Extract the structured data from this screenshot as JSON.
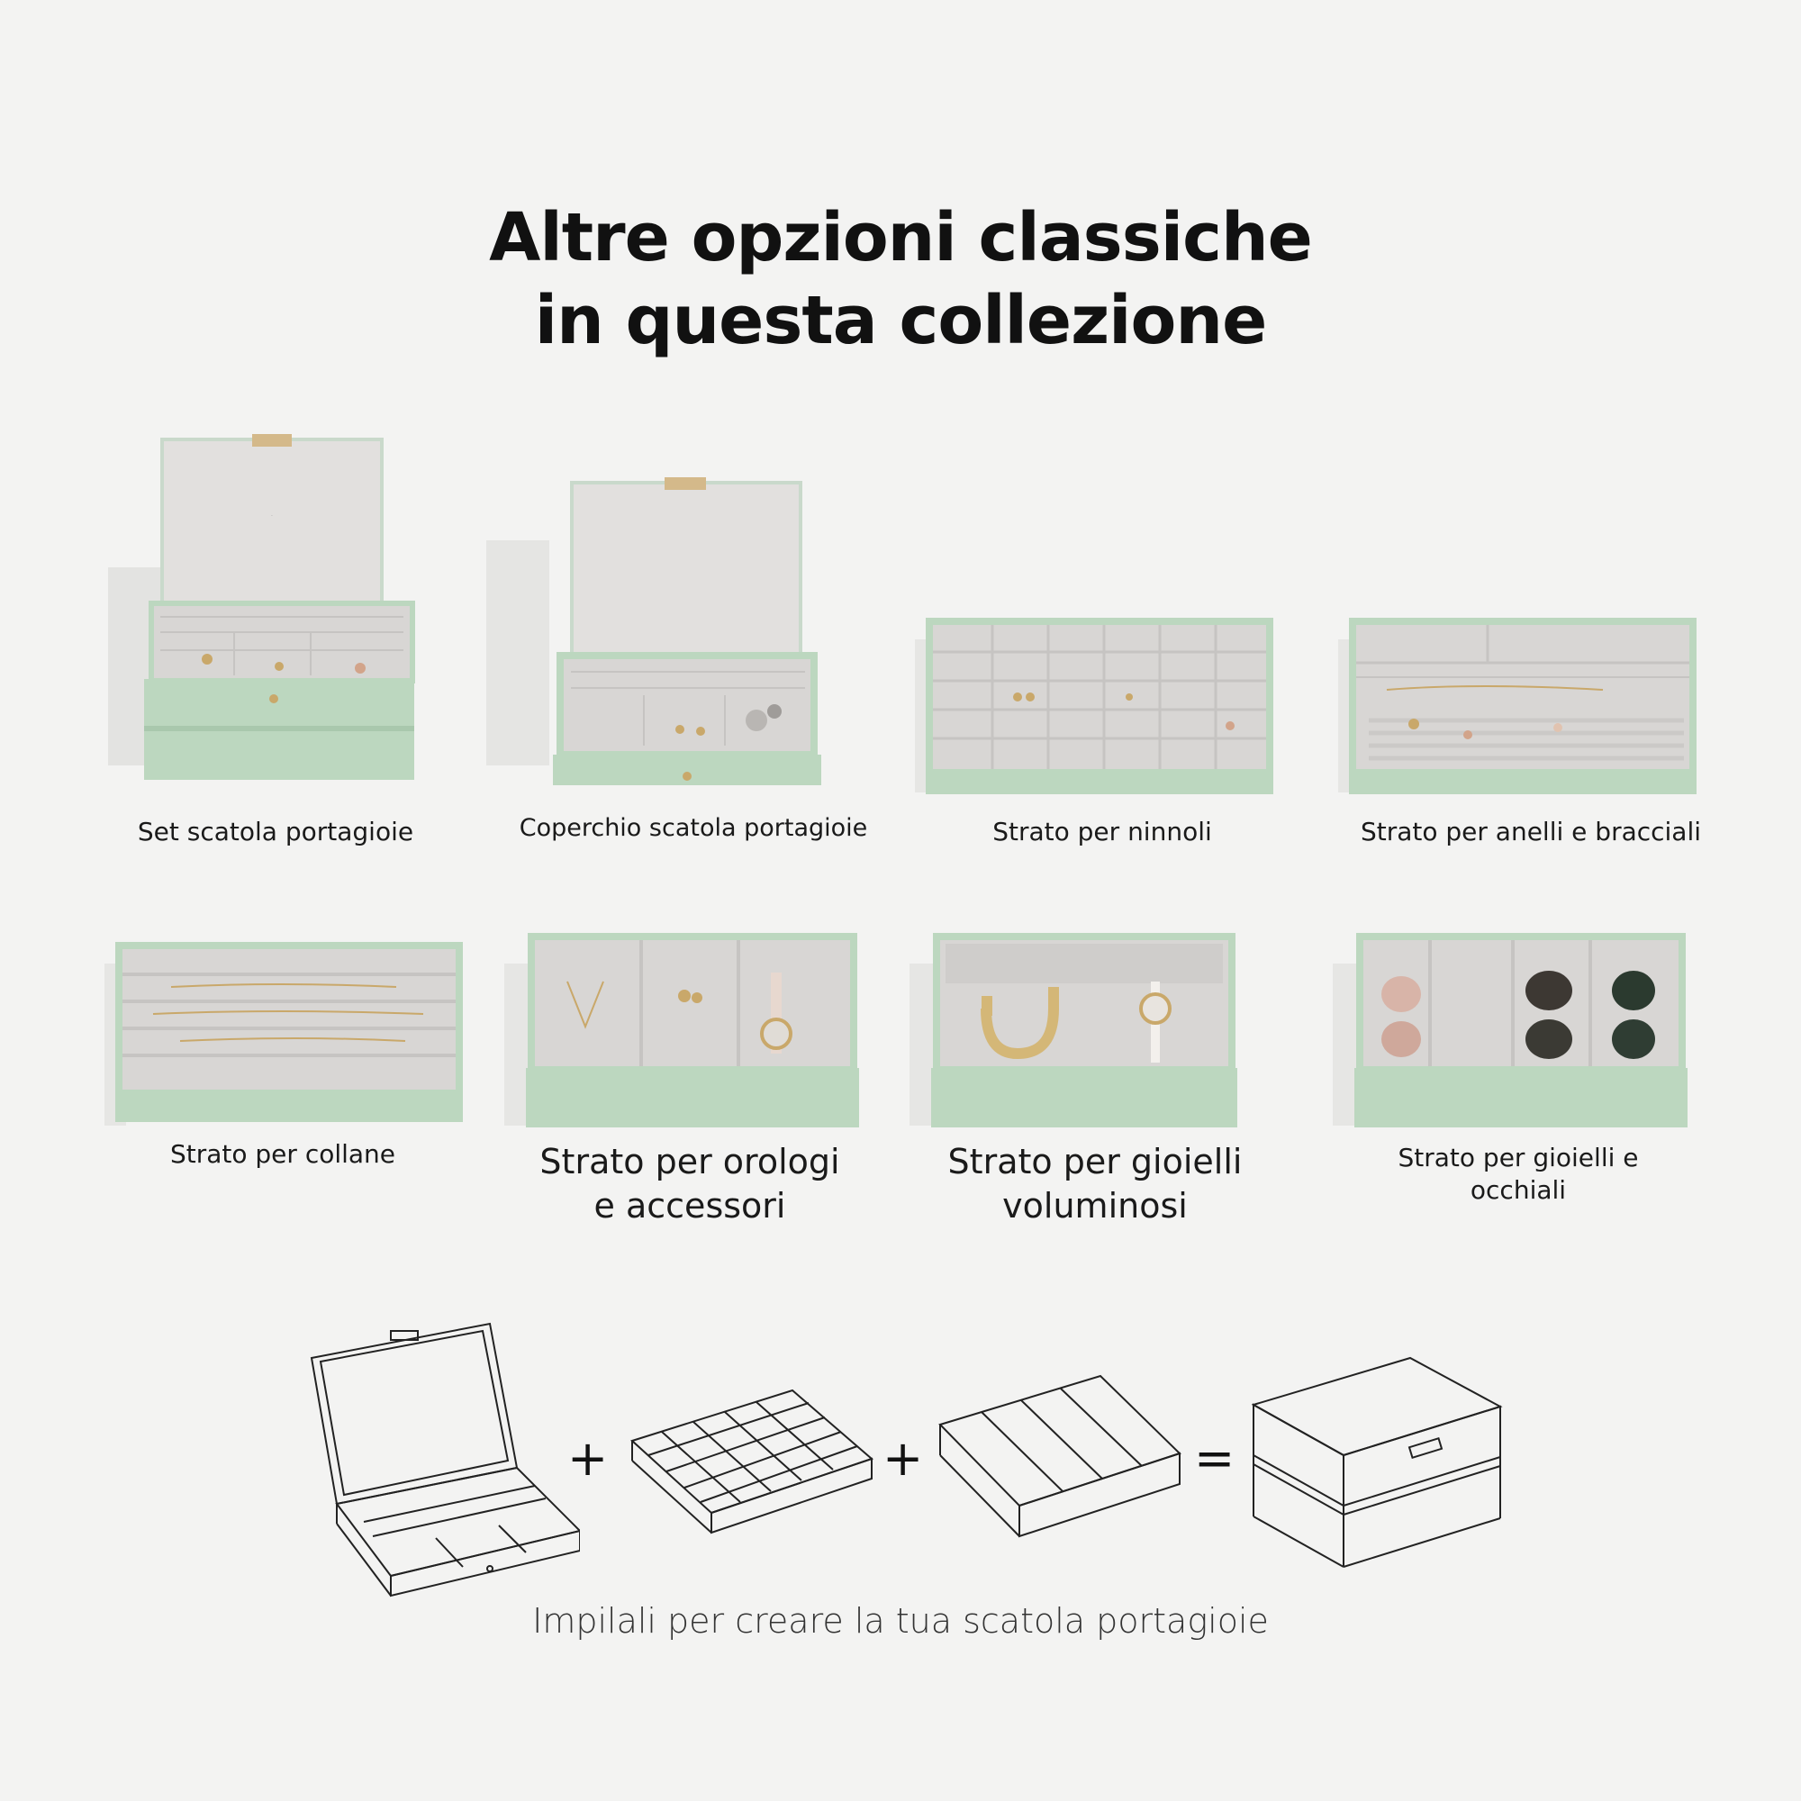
{
  "header": {
    "title_line1": "Altre opzioni classiche",
    "title_line2": "in questa collezione"
  },
  "products": [
    {
      "label": "Set scatola portagioie"
    },
    {
      "label": "Coperchio scatola portagioie"
    },
    {
      "label": "Strato per ninnoli"
    },
    {
      "label": "Strato per anelli e bracciali"
    },
    {
      "label": "Strato per collane"
    },
    {
      "label_line1": "Strato per orologi",
      "label_line2": "e accessori"
    },
    {
      "label_line1": "Strato per gioielli",
      "label_line2": "voluminosi"
    },
    {
      "label_line1": "Strato per gioielli e",
      "label_line2": "occhiali"
    }
  ],
  "diagram": {
    "plus1": "+",
    "plus2": "+",
    "equals": "=",
    "caption": "Impilali per creare la tua scatola portagioie"
  },
  "colors": {
    "sage": "#bcd7bf",
    "sage_dark": "#a9c8ad",
    "velvet": "#d8d6d4",
    "velvet_light": "#e6e4e2",
    "background": "#f3f3f2",
    "gold": "#c9a86a"
  }
}
